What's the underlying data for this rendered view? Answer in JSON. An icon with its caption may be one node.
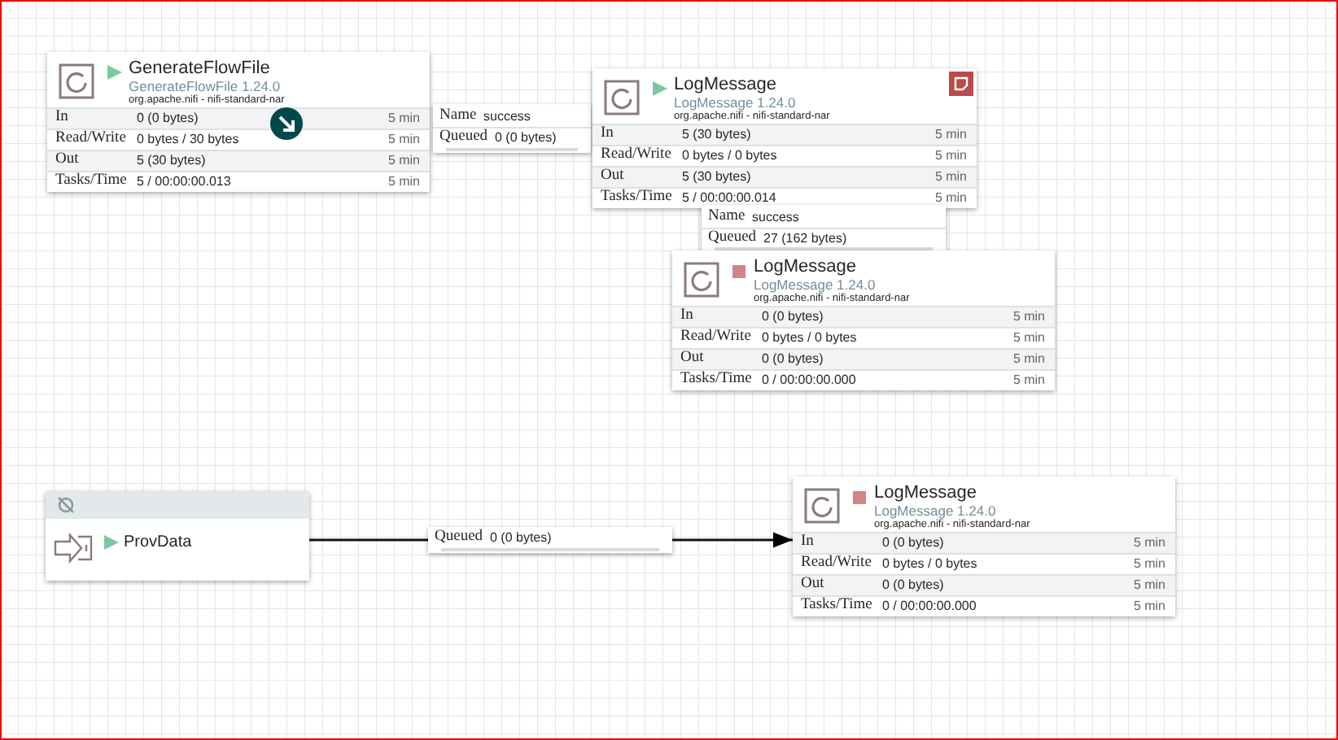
{
  "diagram": {
    "nodes": [
      {
        "text": [
          "GenerateFlowFile",
          "GenerateFlowFile 1.24.0",
          "org.apache.nifi - nifi-standard-nar",
          "In",
          "0 (0 bytes)",
          "5 min",
          "Read/Write",
          "0 bytes / 30 bytes",
          "5 min",
          "Out",
          "5 (30 bytes)",
          "5 min",
          "Tasks/Time",
          "5 / 00:00:00.013",
          "5 min"
        ]
      },
      {
        "text": [
          "Name",
          "success",
          "Queued",
          "0 (0 bytes)"
        ]
      },
      {
        "text": [
          "LogMessage",
          "LogMessage 1.24.0",
          "org.apache.nifi - nifi-standard-nar",
          "In",
          "5 (30 bytes)",
          "5 min",
          "Read/Write",
          "0 bytes / 0 bytes",
          "5 min",
          "Out",
          "5 (30 bytes)",
          "5 min",
          "Tasks/Time",
          "5 / 00:00:00.014",
          "5 min"
        ]
      },
      {
        "text": [
          "Name",
          "success",
          "Queued",
          "27 (162 bytes)"
        ]
      },
      {
        "text": [
          "LogMessage",
          "LogMessage 1.24.0",
          "org.apache.nifi - nifi-standard-nar",
          "In",
          "0 (0 bytes)",
          "5 min",
          "Read/Write",
          "0 bytes / 0 bytes",
          "5 min",
          "Out",
          "0 (0 bytes)",
          "5 min",
          "Tasks/Time",
          "0 / 00:00:00.000",
          "5 min"
        ]
      },
      {
        "text": [
          "ProvData"
        ]
      },
      {
        "text": [
          "Queued",
          "0 (0 bytes)"
        ]
      },
      {
        "text": [
          "LogMessage",
          "LogMessage 1.24.0",
          "org.apache.nifi - nifi-standard-nar",
          "In",
          "0 (0 bytes)",
          "5 min",
          "Read/Write",
          "0 bytes / 0 bytes",
          "5 min",
          "Out",
          "0 (0 bytes)",
          "5 min",
          "Tasks/Time",
          "0 / 00:00:00.000",
          "5 min"
        ]
      }
    ],
    "edges": [
      {
        "from": 5,
        "to": 6,
        "arrow": "none"
      },
      {
        "from": 6,
        "to": 7,
        "arrow": "to"
      }
    ]
  }
}
